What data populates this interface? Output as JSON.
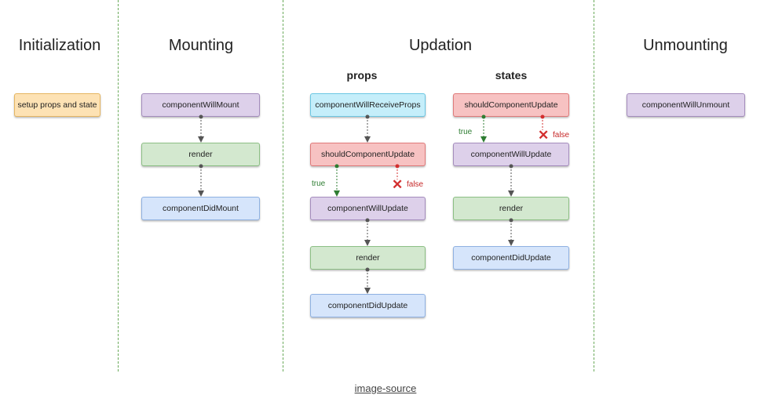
{
  "phases": {
    "initialization": "Initialization",
    "mounting": "Mounting",
    "updation": "Updation",
    "unmounting": "Unmounting"
  },
  "updation_groups": {
    "props": "props",
    "states": "states"
  },
  "initialization": {
    "setup": "setup props and state"
  },
  "mounting": {
    "will_mount": "componentWillMount",
    "render": "render",
    "did_mount": "componentDidMount"
  },
  "updation_props": {
    "will_receive_props": "componentWillReceiveProps",
    "should_update": "shouldComponentUpdate",
    "true_label": "true",
    "false_label": "false",
    "will_update": "componentWillUpdate",
    "render": "render",
    "did_update": "componentDidUpdate"
  },
  "updation_states": {
    "should_update": "shouldComponentUpdate",
    "true_label": "true",
    "false_label": "false",
    "will_update": "componentWillUpdate",
    "render": "render",
    "did_update": "componentDidUpdate"
  },
  "unmounting": {
    "will_unmount": "componentWillUnmount"
  },
  "footer": {
    "link": "image-source"
  },
  "colors": {
    "orange": "#fde2b4",
    "purple": "#ddd0ea",
    "green": "#d3e8cf",
    "blue": "#d6e5fb",
    "cyan": "#c5eefa",
    "red": "#f7c2c2",
    "divider": "#6aaa5a",
    "true": "#2e7d32",
    "false": "#c62828"
  }
}
